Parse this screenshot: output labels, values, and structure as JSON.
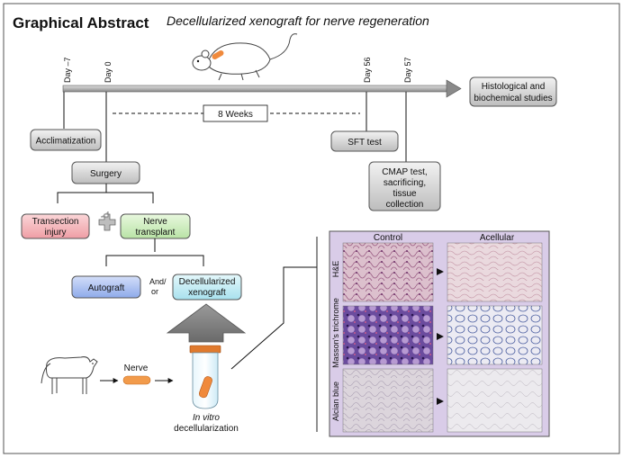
{
  "header": {
    "title": "Graphical Abstract",
    "subtitle": "Decellularized xenograft for nerve regeneration"
  },
  "timeline": {
    "days": [
      "Day –7",
      "Day 0",
      "Day 56",
      "Day 57"
    ],
    "duration": "8 Weeks"
  },
  "boxes": {
    "acclimatization": "Acclimatization",
    "surgery": "Surgery",
    "sft_test": "SFT test",
    "cmap": [
      "CMAP test,",
      "sacrificing,",
      "tissue",
      "collection"
    ],
    "histological": [
      "Histological and",
      "biochemical studies"
    ],
    "transection": [
      "Transection",
      "injury"
    ],
    "nerve_transplant": [
      "Nerve",
      "transplant"
    ],
    "autograft": "Autograft",
    "decellularized": [
      "Decellularized",
      "xenograft"
    ]
  },
  "labels": {
    "and_or": [
      "And/",
      "or"
    ],
    "nerve": "Nerve",
    "in_vitro": "In vitro",
    "decellularization": "decellularization"
  },
  "panel": {
    "col_headers": [
      "Control",
      "Acellular"
    ],
    "row_labels": [
      "H&E",
      "Masson's trichrome",
      "Alcian blue"
    ]
  },
  "colors": {
    "box_gray": "#cfcfcf",
    "box_pink": "#f3b3b8",
    "box_green": "#cdeec0",
    "box_blue": "#a9bff0",
    "box_cyan": "#c2ecf5",
    "panel_bg": "#d9cce8",
    "he_tissue": "#d7b3c4",
    "masson_tissue": "#7a5aa8",
    "alcian_tissue": "#d6cfd6"
  }
}
